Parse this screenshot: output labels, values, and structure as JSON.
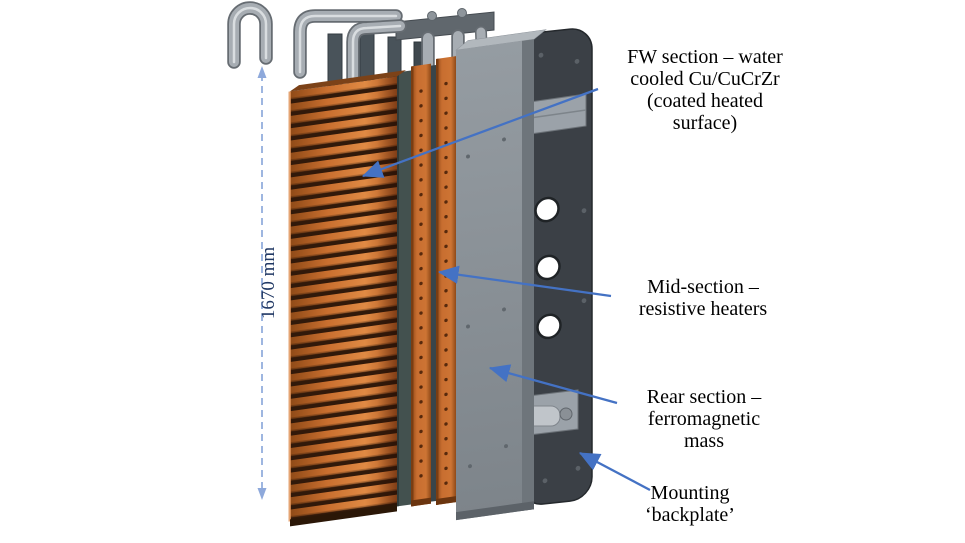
{
  "figure": {
    "dimension_label": "1670 mm",
    "colors": {
      "annotation_blue": "#4472C4",
      "dimension_blue": "#8EA9DB",
      "dimension_text": "#203864",
      "copper_fin": "#C96F2F",
      "fin_gap_dark": "#31190A",
      "heater_orange": "#C86E30",
      "steel_gray": "#878E95",
      "backplate_dark": "#3B4046",
      "pipe_gray": "#A7ADB3",
      "background": "#FFFFFF"
    }
  },
  "annotations": {
    "fw": {
      "lines": [
        "FW section – water",
        "cooled Cu/CuCrZr",
        "(coated heated",
        "surface)"
      ]
    },
    "mid": {
      "lines": [
        "Mid-section –",
        "resistive heaters"
      ]
    },
    "rear": {
      "lines": [
        "Rear section –",
        "ferromagnetic",
        "mass"
      ]
    },
    "mount": {
      "lines": [
        "Mounting",
        "‘backplate’"
      ]
    }
  }
}
